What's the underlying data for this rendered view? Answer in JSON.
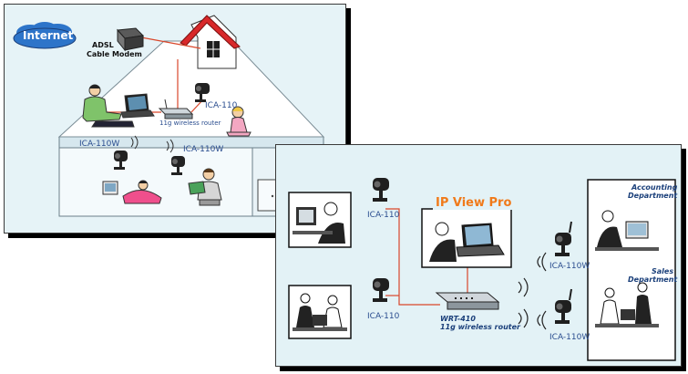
{
  "home": {
    "internet_label": "Internet",
    "modem_label_line1": "ADSL",
    "modem_label_line2": "Cable Modem",
    "camera_upstairs": "ICA-110",
    "router_label": "11g wireless router",
    "camera_downstairs_left": "ICA-110W",
    "camera_downstairs_right": "ICA-110W"
  },
  "office": {
    "software_title": "IP View Pro",
    "camera_top": "ICA-110",
    "camera_bottom": "ICA-110",
    "router_line1": "WRT-410",
    "router_line2": "11g wireless router",
    "camera_wireless_top": "ICA-110W",
    "camera_wireless_bottom": "ICA-110W",
    "dept_accounting_line1": "Accounting",
    "dept_accounting_line2": "Department",
    "dept_sales_line1": "Sales",
    "dept_sales_line2": "Department"
  },
  "colors": {
    "panel_bg": "#e3f2f6",
    "cable_red": "#d9472b",
    "label_blue": "#2a4d8f",
    "title_orange": "#f07a1a",
    "roof_red": "#d8282a"
  }
}
